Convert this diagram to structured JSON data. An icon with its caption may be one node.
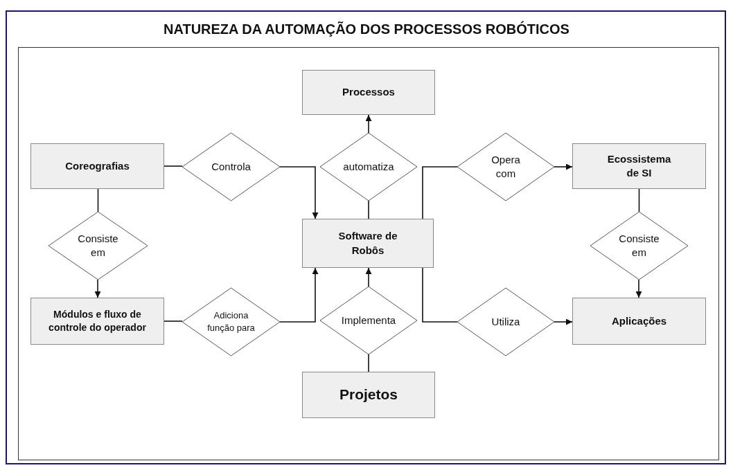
{
  "diagram": {
    "title": "NATUREZA DA AUTOMAÇÃO DOS PROCESSOS ROBÓTICOS",
    "nodes": [
      {
        "text": [
          "Processos"
        ]
      },
      {
        "text": [
          "Coreografias"
        ]
      },
      {
        "text": [
          "Controla"
        ]
      },
      {
        "text": [
          "automatiza"
        ]
      },
      {
        "text": [
          "Opera com"
        ]
      },
      {
        "text": [
          "Ecossistema de SI"
        ]
      },
      {
        "text": [
          "Software de Robôs"
        ]
      },
      {
        "text": [
          "Consiste em"
        ]
      },
      {
        "text": [
          "Consiste em"
        ]
      },
      {
        "text": [
          "Módulos e fluxo de controle do operador"
        ]
      },
      {
        "text": [
          "Adiciona função para"
        ]
      },
      {
        "text": [
          "Implementa"
        ]
      },
      {
        "text": [
          "Utiliza"
        ]
      },
      {
        "text": [
          "Aplicações"
        ]
      },
      {
        "text": [
          "Projetos"
        ]
      }
    ],
    "edges": [
      {
        "from": 1,
        "to": 2,
        "arrow": "none"
      },
      {
        "from": 2,
        "to": 6,
        "arrow": "to"
      },
      {
        "from": 6,
        "to": 3,
        "arrow": "none"
      },
      {
        "from": 3,
        "to": 0,
        "arrow": "to"
      },
      {
        "from": 6,
        "to": 4,
        "arrow": "none"
      },
      {
        "from": 4,
        "to": 5,
        "arrow": "to"
      },
      {
        "from": 1,
        "to": 7,
        "arrow": "none"
      },
      {
        "from": 7,
        "to": 9,
        "arrow": "to"
      },
      {
        "from": 5,
        "to": 8,
        "arrow": "none"
      },
      {
        "from": 8,
        "to": 13,
        "arrow": "to"
      },
      {
        "from": 9,
        "to": 10,
        "arrow": "none"
      },
      {
        "from": 10,
        "to": 6,
        "arrow": "to"
      },
      {
        "from": 14,
        "to": 11,
        "arrow": "none"
      },
      {
        "from": 11,
        "to": 6,
        "arrow": "to"
      },
      {
        "from": 6,
        "to": 12,
        "arrow": "none"
      },
      {
        "from": 12,
        "to": 13,
        "arrow": "to"
      }
    ]
  }
}
